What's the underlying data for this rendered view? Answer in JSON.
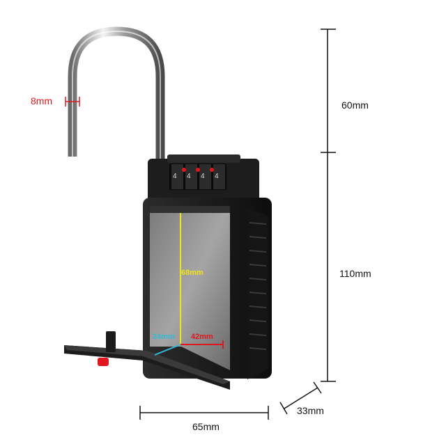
{
  "image": {
    "subject": "key-lock-box",
    "background": "#ffffff"
  },
  "dimensions": {
    "shackle_thickness": "8mm",
    "shackle_height": "60mm",
    "body_height": "110mm",
    "width": "65mm",
    "depth": "33mm"
  },
  "inner_dimensions": {
    "height": "68mm",
    "depth": "24mm",
    "width": "42mm"
  },
  "colors": {
    "red": "#e0181e",
    "yellow": "#f2e21c",
    "cyan": "#33b8d6",
    "body": "#1a1a1a",
    "chrome": "#c8c8c8",
    "dimension_line": "#111111"
  },
  "dials": [
    "4",
    "4",
    "4",
    "4"
  ]
}
